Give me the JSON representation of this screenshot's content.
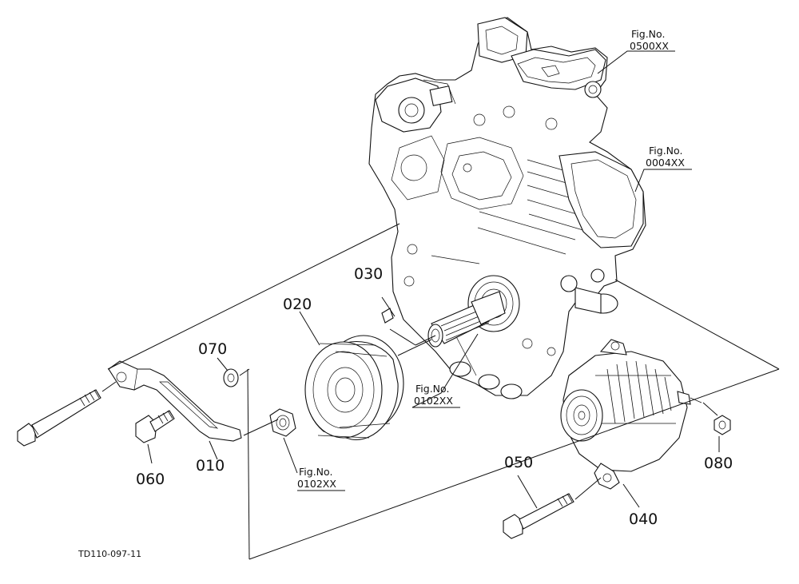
{
  "diagram": {
    "callouts": {
      "c010": "010",
      "c020": "020",
      "c030": "030",
      "c040": "040",
      "c050": "050",
      "c060": "060",
      "c070": "070",
      "c080": "080"
    },
    "figrefs": {
      "block_top": {
        "label": "Fig.No.",
        "code": "0500XX"
      },
      "block_side": {
        "label": "Fig.No.",
        "code": "0004XX"
      },
      "shaft": {
        "label": "Fig.No.",
        "code": "0102XX"
      },
      "nut": {
        "label": "Fig.No.",
        "code": "0102XX"
      }
    },
    "drawing_code": "TD110-097-11"
  }
}
